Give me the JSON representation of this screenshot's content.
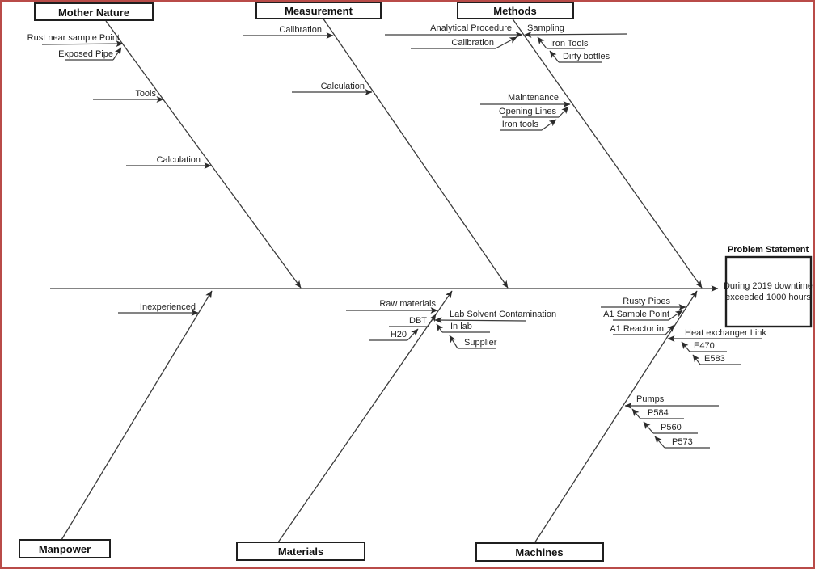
{
  "frame_color": "#b94b48",
  "problem": {
    "heading": "Problem Statement",
    "line1": "During 2019 downtime",
    "line2": "exceeded 1000 hours"
  },
  "categories": {
    "mother_nature": {
      "label": "Mother Nature",
      "causes": {
        "rust": {
          "label": "Rust near sample Point",
          "subs": {
            "exposed_pipe": "Exposed Pipe"
          }
        },
        "tools": "Tools",
        "calculation": "Calculation"
      }
    },
    "measurement": {
      "label": "Measurement",
      "causes": {
        "calibration": "Calibration",
        "calculation": "Calculation"
      }
    },
    "methods": {
      "label": "Methods",
      "causes": {
        "analytical_procedure": {
          "label": "Analytical Procedure",
          "subs": {
            "calibration": "Calibration"
          }
        },
        "sampling": {
          "label": "Sampling",
          "subs": {
            "iron_tools": "Iron Tools",
            "dirty_bottles": "Dirty bottles"
          }
        },
        "maintenance": {
          "label": "Maintenance",
          "subs": {
            "opening_lines": "Opening Lines",
            "iron_tools": "Iron tools"
          }
        }
      }
    },
    "manpower": {
      "label": "Manpower",
      "causes": {
        "inexperienced": "Inexperienced"
      }
    },
    "materials": {
      "label": "Materials",
      "causes": {
        "raw_materials": {
          "label": "Raw materials",
          "subs": {
            "dbt": "DBT",
            "h20": "H20"
          }
        },
        "lab_solvent_contamination": {
          "label": "Lab Solvent Contamination",
          "subs": {
            "in_lab": "In lab",
            "supplier": "Supplier"
          }
        }
      }
    },
    "machines": {
      "label": "Machines",
      "causes": {
        "rusty_pipes": {
          "label": "Rusty Pipes",
          "subs": {
            "a1_sample_point": "A1 Sample Point",
            "a1_reactor_in": "A1 Reactor in"
          }
        },
        "heat_exchanger_link": {
          "label": "Heat exchanger Link",
          "subs": {
            "e470": "E470",
            "e583": "E583"
          }
        },
        "pumps": {
          "label": "Pumps",
          "subs": {
            "p584": "P584",
            "p560": "P560",
            "p573": "P573"
          }
        }
      }
    }
  }
}
